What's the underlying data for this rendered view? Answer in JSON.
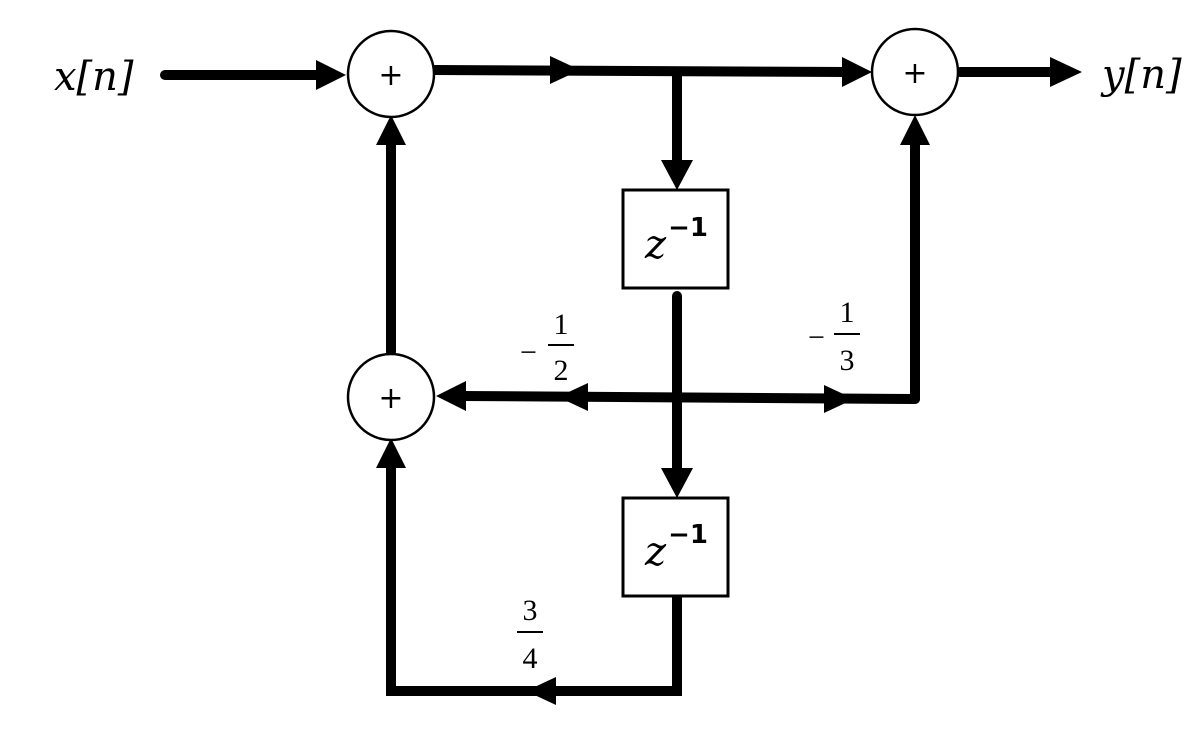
{
  "signals": {
    "input": "x[n]",
    "output": "y[n]"
  },
  "adders": [
    {
      "id": "adder-top-left",
      "symbol": "+"
    },
    {
      "id": "adder-top-right",
      "symbol": "+"
    },
    {
      "id": "adder-mid-left",
      "symbol": "+"
    }
  ],
  "delays": [
    {
      "id": "delay-1",
      "base": "z",
      "exponent": "−1"
    },
    {
      "id": "delay-2",
      "base": "z",
      "exponent": "−1"
    }
  ],
  "gains": {
    "feedback_a": {
      "sign": "−",
      "numerator": "1",
      "denominator": "2"
    },
    "feedforward_b": {
      "sign": "−",
      "numerator": "1",
      "denominator": "3"
    },
    "feedback_c": {
      "sign": "",
      "numerator": "3",
      "denominator": "4"
    }
  }
}
